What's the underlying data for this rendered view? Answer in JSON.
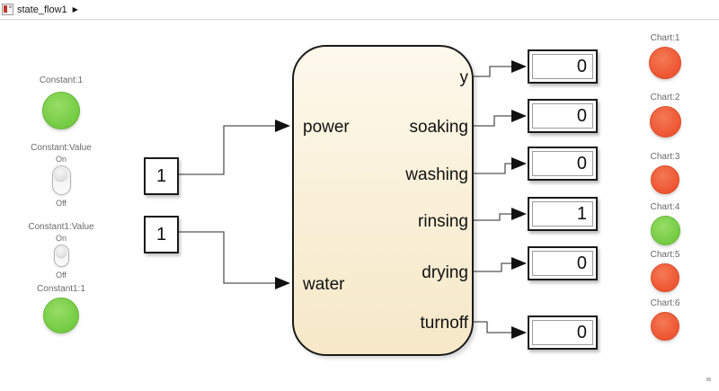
{
  "breadcrumb": {
    "model_name": "state_flow1",
    "arrow_glyph": "▶"
  },
  "left_panel": {
    "lamp_constant1": {
      "label": "Constant:1",
      "state": "green"
    },
    "switch_constant": {
      "label": "Constant:Value",
      "on_label": "On",
      "off_label": "Off",
      "position": "On"
    },
    "switch_constant1": {
      "label": "Constant1:Value",
      "on_label": "On",
      "off_label": "Off",
      "position": "On"
    },
    "lamp_constant1_1": {
      "label": "Constant1:1",
      "state": "green"
    }
  },
  "constant_blocks": [
    {
      "value": "1"
    },
    {
      "value": "1"
    }
  ],
  "chart_block": {
    "inputs": [
      {
        "label": "power"
      },
      {
        "label": "water"
      }
    ],
    "outputs": [
      {
        "label": "y"
      },
      {
        "label": "soaking"
      },
      {
        "label": "washing"
      },
      {
        "label": "rinsing"
      },
      {
        "label": "drying"
      },
      {
        "label": "turnoff"
      }
    ]
  },
  "displays": [
    {
      "value": "0"
    },
    {
      "value": "0"
    },
    {
      "value": "0"
    },
    {
      "value": "1"
    },
    {
      "value": "0"
    },
    {
      "value": "0"
    }
  ],
  "chart_lamps": [
    {
      "label": "Chart:1",
      "state": "red"
    },
    {
      "label": "Chart:2",
      "state": "red"
    },
    {
      "label": "Chart:3",
      "state": "red"
    },
    {
      "label": "Chart:4",
      "state": "green"
    },
    {
      "label": "Chart:5",
      "state": "red"
    },
    {
      "label": "Chart:6",
      "state": "red"
    }
  ],
  "colors": {
    "lamp_red": "#ee5532",
    "lamp_green": "#74cb43",
    "chart_fill_top": "#fdf9ec",
    "chart_fill_bottom": "#f6e8c8",
    "wire": "#555555"
  }
}
